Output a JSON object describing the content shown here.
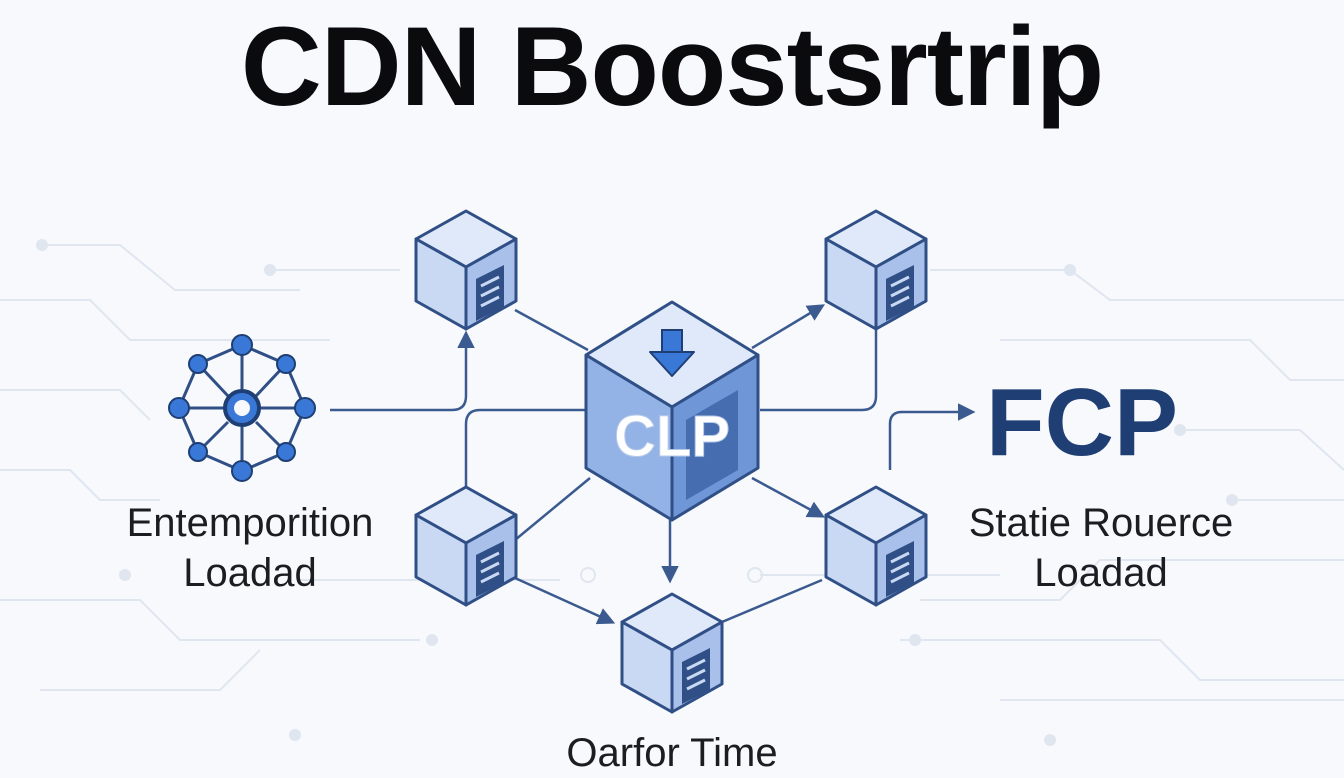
{
  "title": "CDN Boostsrtrip",
  "center_node": {
    "label": "CLP"
  },
  "left_node": {
    "line1": "Entemporition",
    "line2": "Loadad"
  },
  "right_node": {
    "heading": "FCP",
    "line1": "Statie Rouerce",
    "line2": "Loadad"
  },
  "bottom_node": {
    "label": "Oarfor Time"
  },
  "colors": {
    "cube_face": "#c9d9f3",
    "cube_top": "#dfe9f9",
    "cube_side": "#a9c1ea",
    "stroke": "#2f4f86",
    "accent": "#3a78d8",
    "arrow": "#3b5a8f",
    "fcp": "#1f3f74"
  },
  "icons": [
    "cube-server-icon",
    "network-hub-icon",
    "down-arrow-icon"
  ]
}
